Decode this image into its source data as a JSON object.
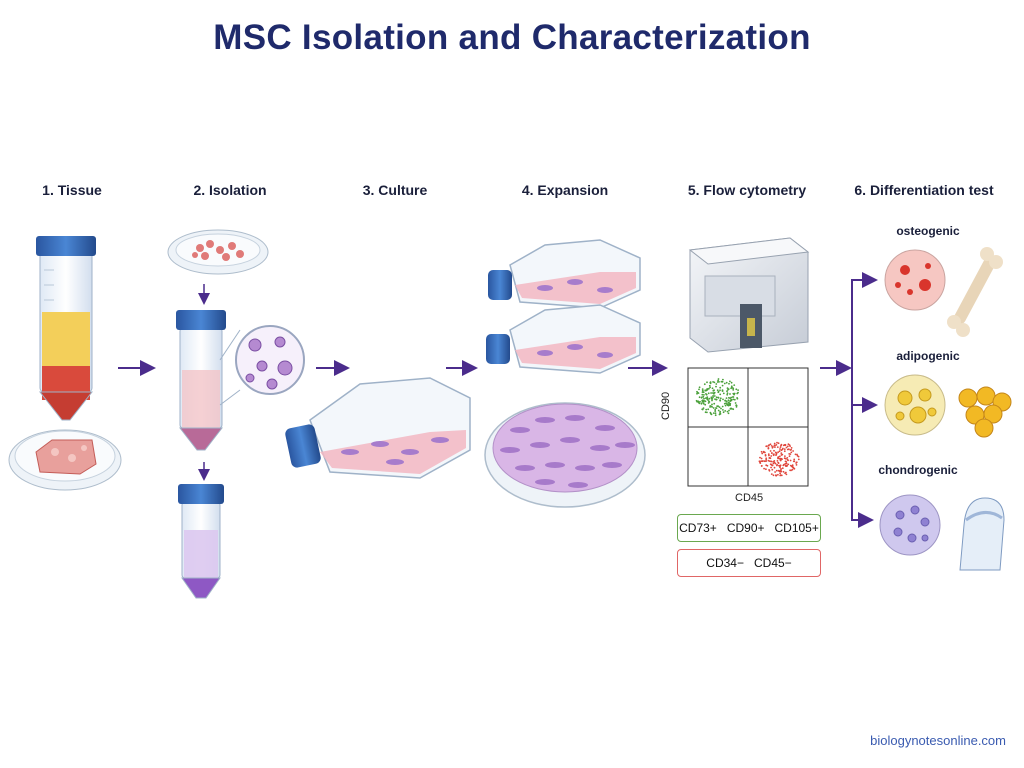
{
  "title": "MSC Isolation and Characterization",
  "steps": [
    "1. Tissue",
    "2. Isolation",
    "3. Culture",
    "4. Expansion",
    "5. Flow cytometry",
    "6. Differentiation test"
  ],
  "flow": {
    "x_axis": "CD45",
    "y_axis": "CD90",
    "positive_markers": "CD73+   CD90+   CD105+",
    "negative_markers": "CD34−   CD45−"
  },
  "differentiation": {
    "lineages": [
      "osteogenic",
      "adipogenic",
      "chondrogenic"
    ]
  },
  "source": "biologynotesonline.com",
  "colors": {
    "title": "#1f2a6b",
    "arrow": "#4b2c8c",
    "cap": "#2f63b3",
    "positive_border": "#6aa84f",
    "negative_border": "#e06666"
  }
}
